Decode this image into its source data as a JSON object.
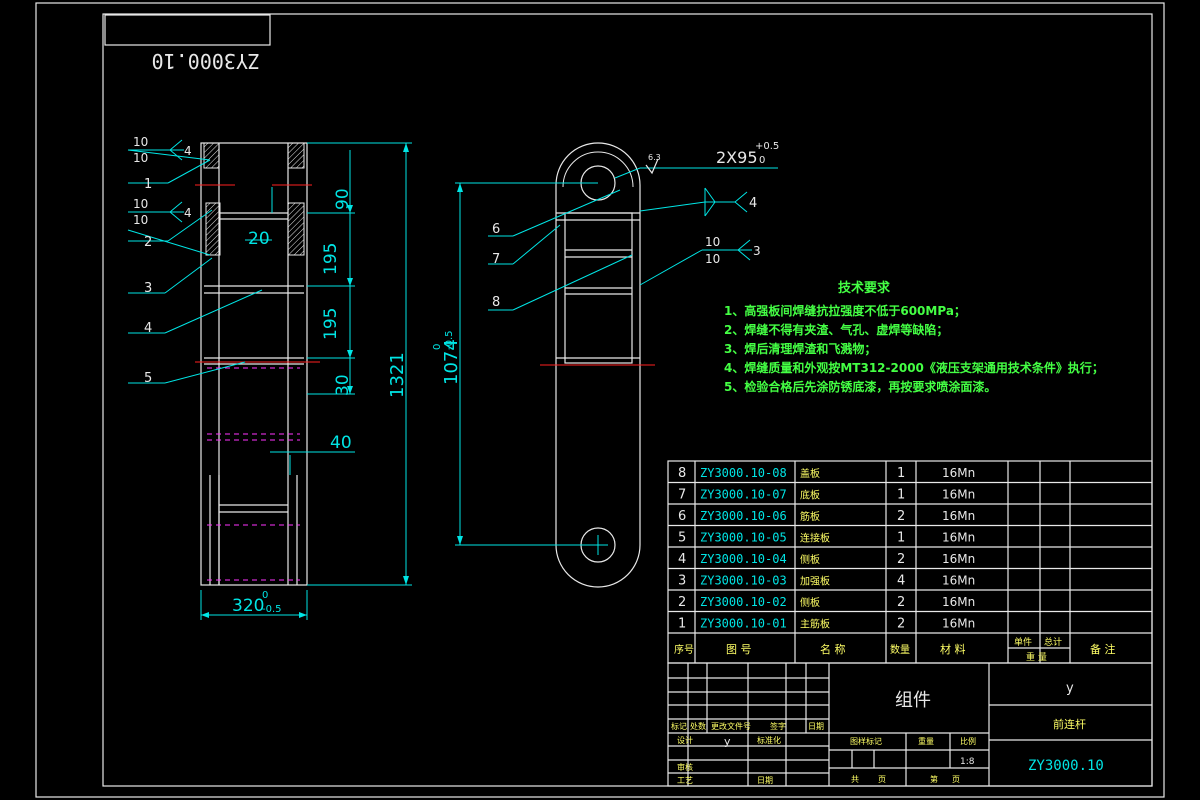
{
  "drawing_number_mirrored": "ZY3000.10",
  "left_view": {
    "balloons": [
      "1",
      "2",
      "3",
      "4",
      "5"
    ],
    "weld_symbols": [
      {
        "top": "10",
        "bottom": "10",
        "size": "4"
      },
      {
        "top": "10",
        "bottom": "10",
        "size": "4"
      }
    ],
    "dimensions": {
      "d90": "90",
      "d195a": "195",
      "d195b": "195",
      "d30": "30",
      "d1321": "1321",
      "d20": "20",
      "d40": "40",
      "width": "320",
      "width_tol_top": "0",
      "width_tol_bottom": "-0.5"
    }
  },
  "right_view": {
    "balloons": [
      "6",
      "7",
      "8"
    ],
    "hole_dim": "2X95",
    "hole_tol_plus": "+0.5",
    "hole_tol_zero": "0",
    "roughness": "6.3",
    "weld_symbols": [
      {
        "size": "4"
      },
      {
        "top": "10",
        "bottom": "10",
        "size": "3"
      }
    ],
    "length_dim": "1074",
    "length_tol_top": "0",
    "length_tol_bottom": "-0.5"
  },
  "tech_requirements": {
    "title": "技术要求",
    "items": [
      "1、高强板间焊缝抗拉强度不低于600MPa；",
      "2、焊缝不得有夹渣、气孔、虚焊等缺陷；",
      "3、焊后清理焊渣和飞溅物；",
      "4、焊缝质量和外观按MT312-2000《液压支架通用技术条件》执行；",
      "5、检验合格后先涂防锈底漆，再按要求喷涂面漆。"
    ]
  },
  "parts_list": {
    "rows": [
      {
        "no": "8",
        "code": "ZY3000.10-08",
        "name": "盖板",
        "qty": "1",
        "material": "16Mn"
      },
      {
        "no": "7",
        "code": "ZY3000.10-07",
        "name": "底板",
        "qty": "1",
        "material": "16Mn"
      },
      {
        "no": "6",
        "code": "ZY3000.10-06",
        "name": "筋板",
        "qty": "2",
        "material": "16Mn"
      },
      {
        "no": "5",
        "code": "ZY3000.10-05",
        "name": "连接板",
        "qty": "1",
        "material": "16Mn"
      },
      {
        "no": "4",
        "code": "ZY3000.10-04",
        "name": "侧板",
        "qty": "2",
        "material": "16Mn"
      },
      {
        "no": "3",
        "code": "ZY3000.10-03",
        "name": "加强板",
        "qty": "4",
        "material": "16Mn"
      },
      {
        "no": "2",
        "code": "ZY3000.10-02",
        "name": "侧板",
        "qty": "2",
        "material": "16Mn"
      },
      {
        "no": "1",
        "code": "ZY3000.10-01",
        "name": "主筋板",
        "qty": "2",
        "material": "16Mn"
      }
    ],
    "header": {
      "no": "序号",
      "code": "图 号",
      "name": "名 称",
      "qty": "数量",
      "material": "材 料",
      "unit": "单件",
      "total": "总计",
      "weight": "重 量",
      "remark": "备 注"
    }
  },
  "title_block": {
    "assembly": "组件",
    "org": "y",
    "part_name": "前连杆",
    "drawing_no": "ZY3000.10",
    "scale": "1:8",
    "designer": "y",
    "labels": {
      "mark": "标记",
      "count": "处数",
      "doc": "更改文件号",
      "sign": "签字",
      "date": "日期",
      "design": "设计",
      "std": "标准化",
      "review": "审核",
      "process": "工艺",
      "date2": "日期",
      "stage": "图样标记",
      "weight": "重量",
      "scale": "比例",
      "sheets": "共",
      "sheet": "第",
      "zhang1": "页",
      "zhang2": "页"
    }
  }
}
